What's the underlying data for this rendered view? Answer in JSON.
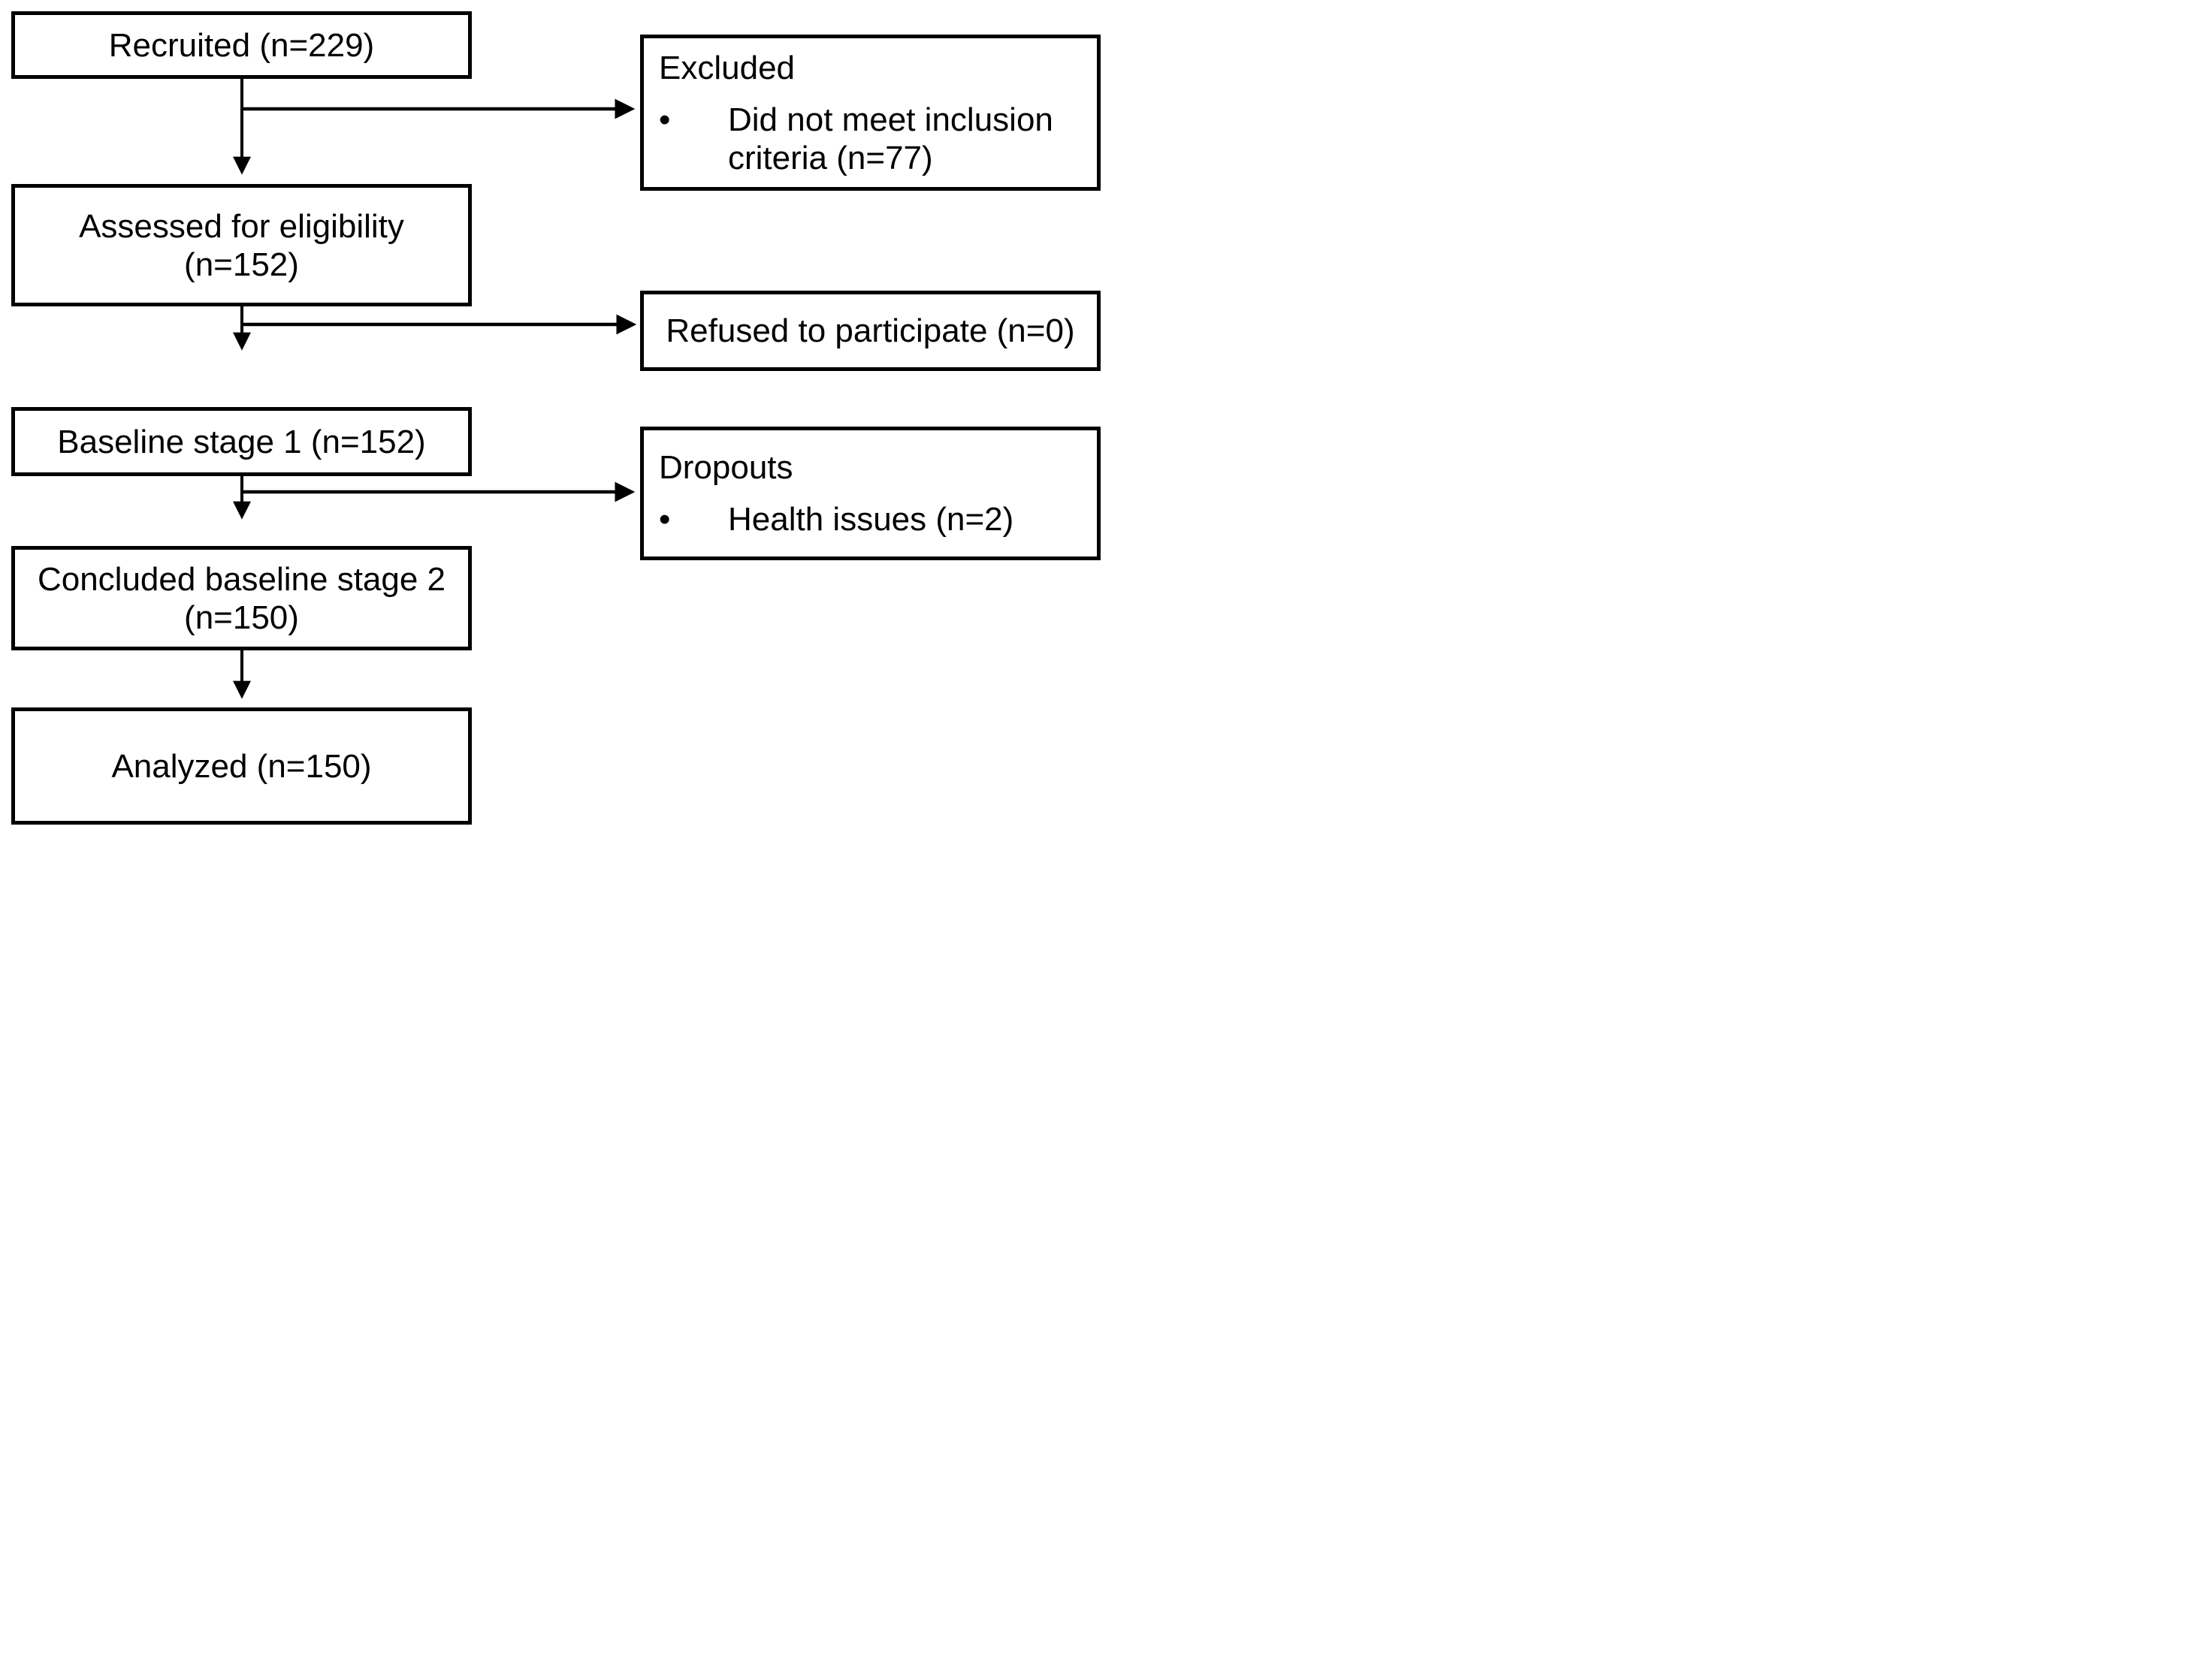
{
  "figure_type": "participant-flow-diagram",
  "bullet_char": "•",
  "colors": {
    "line": "#000000",
    "text": "#000000",
    "background": "#ffffff",
    "box_fill": "#ffffff"
  },
  "boxes": {
    "recruited": {
      "label": "Recruited (n=229)"
    },
    "excluded": {
      "title": "Excluded",
      "bullet": "Did not meet inclusion criteria (n=77)"
    },
    "assessed": {
      "line1": "Assessed for eligibility",
      "line2": "(n=152)"
    },
    "refused": {
      "label": "Refused to participate (n=0)"
    },
    "baseline_stage_1": {
      "label": "Baseline stage 1 (n=152)"
    },
    "dropouts": {
      "title": "Dropouts",
      "bullet": "Health issues (n=2)"
    },
    "concluded_baseline_stage_2": {
      "line1": "Concluded baseline stage 2",
      "line2": "(n=150)"
    },
    "analyzed": {
      "label": "Analyzed (n=150)"
    }
  }
}
